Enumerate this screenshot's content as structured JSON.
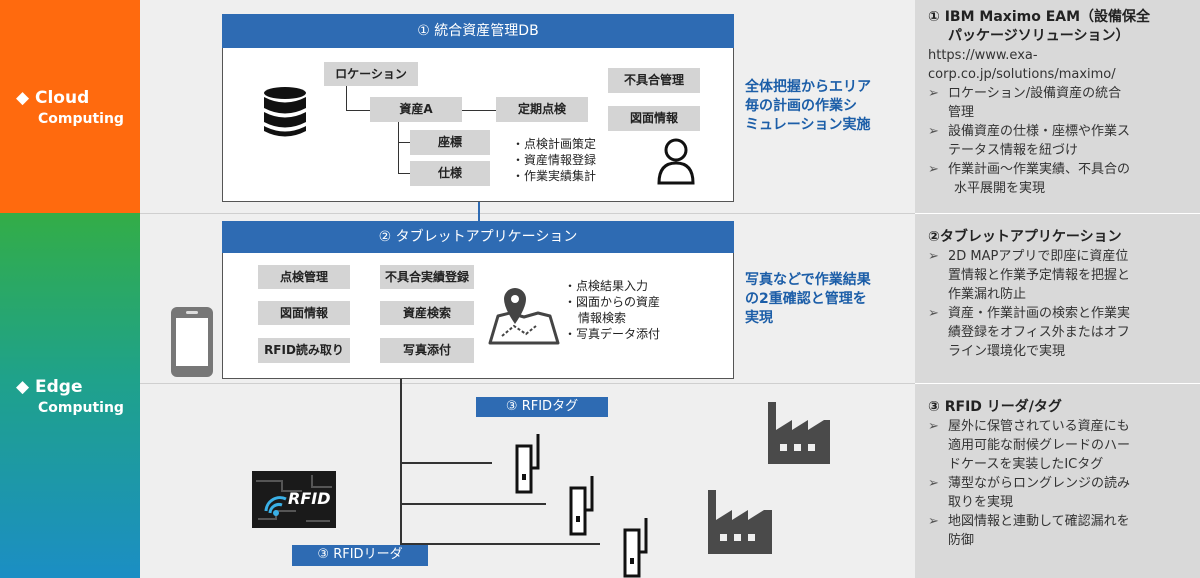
{
  "left_band": {
    "cloud_title": "◆ Cloud",
    "cloud_sub": "Computing",
    "edge_title": "◆ Edge",
    "edge_sub": "Computing"
  },
  "db": {
    "header": "① 統合資産管理DB",
    "location": "ロケーション",
    "asset": "資産A",
    "periodic": "定期点検",
    "coords": "座標",
    "spec": "仕様",
    "defect": "不具合管理",
    "drawing": "図面情報",
    "bullets": [
      "点検計画策定",
      "資産情報登録",
      "作業実績集計"
    ]
  },
  "db_note": [
    "全体把握からエリア",
    "毎の計画の作業シ",
    "ミュレーション実施"
  ],
  "tablet": {
    "header": "② タブレットアプリケーション",
    "buttons": [
      "点検管理",
      "不具合実績登録",
      "図面情報",
      "資産検索",
      "RFID読み取り",
      "写真添付"
    ],
    "bullets": [
      "点検結果入力",
      "図面からの資産",
      "情報検索",
      "写真データ添付"
    ]
  },
  "tablet_note": [
    "写真などで作業結果",
    "の2重確認と管理を",
    "実現"
  ],
  "rfid": {
    "tag_label": "③ RFIDタグ",
    "reader_label": "③ RFIDリーダ",
    "logo_text": "RFID"
  },
  "right": {
    "s1_title": [
      "① IBM Maximo EAM（設備保全",
      "パッケージソリューション）"
    ],
    "s1_url": [
      "https://www.exa-",
      "corp.co.jp/solutions/maximo/"
    ],
    "s1_bullets": [
      [
        "ロケーション/設備資産の統合",
        "管理"
      ],
      [
        "設備資産の仕様・座標や作業ス",
        "テータス情報を紐づけ"
      ],
      [
        "作業計画～作業実績、不具合の",
        "水平展開を実現"
      ]
    ],
    "s2_title": "②タブレットアプリケーション",
    "s2_bullets": [
      [
        "2D MAPアプリで即座に資産位",
        "置情報と作業予定情報を把握と",
        "作業漏れ防止"
      ],
      [
        "資産・作業計画の検索と作業実",
        "績登録をオフィス外またはオフ",
        "ライン環境化で実現"
      ]
    ],
    "s3_title": "③ RFID リーダ/タグ",
    "s3_bullets": [
      [
        "屋外に保管されている資産にも",
        "適用可能な耐候グレードのハー",
        "ドケースを実装したICタグ"
      ],
      [
        "薄型ながらロングレンジの読み",
        "取りを実現"
      ],
      [
        "地図情報と連動して確認漏れを",
        "防御"
      ]
    ],
    "bullet_mark": "➢"
  },
  "icons": [
    "database-icon",
    "user-icon",
    "map-pin-icon",
    "tablet-icon",
    "factory-icon",
    "rfid-tag-icon",
    "rfid-logo-icon"
  ],
  "colors": {
    "cloud": "#ff6a0e",
    "edge_top": "#33ad47",
    "edge_bottom": "#1b8ec4",
    "header_blue": "#2e6bb3",
    "note_blue": "#1c5ea8"
  }
}
